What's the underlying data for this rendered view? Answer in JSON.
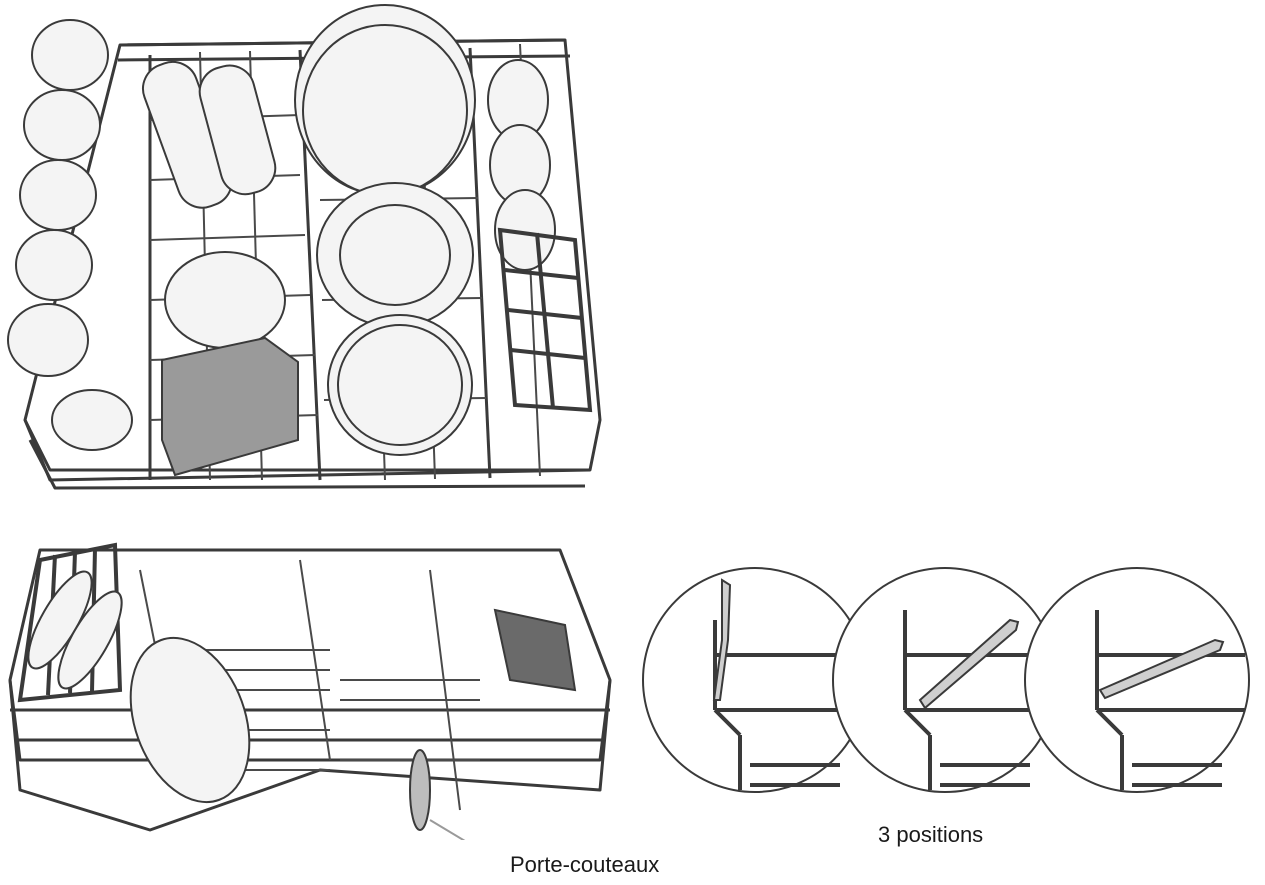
{
  "figure": {
    "labels": {
      "positions": "3 positions",
      "knife_holder": "Porte-couteaux"
    },
    "detail_views": [
      {
        "position": 1,
        "state": "upright"
      },
      {
        "position": 2,
        "state": "angled"
      },
      {
        "position": 3,
        "state": "flat"
      }
    ],
    "colors": {
      "stroke": "#3a3a3a",
      "item_fill": "#f2f2f2",
      "shade": "#9a9a9a",
      "highlight": "#bdbdbd"
    }
  }
}
